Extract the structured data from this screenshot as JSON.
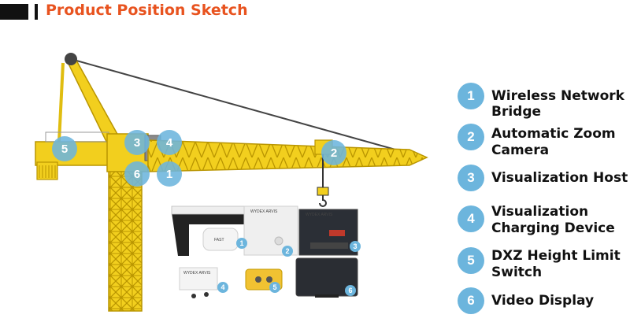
{
  "title": "Product Position Sketch",
  "legend": [
    {
      "num": "1",
      "lines": [
        "Wireless Network",
        "Bridge"
      ]
    },
    {
      "num": "2",
      "lines": [
        "Automatic Zoom",
        "Camera"
      ]
    },
    {
      "num": "3",
      "lines": [
        "Visualization Host"
      ]
    },
    {
      "num": "4",
      "lines": [
        "Visualization",
        "Charging Device"
      ]
    },
    {
      "num": "5",
      "lines": [
        "DXZ Height Limit",
        "Switch"
      ]
    },
    {
      "num": "6",
      "lines": [
        "Video Display"
      ]
    }
  ],
  "crane_markers": [
    "5",
    "3",
    "4",
    "6",
    "1",
    "2"
  ],
  "device_markers": [
    "1",
    "2",
    "3",
    "4",
    "5",
    "6"
  ],
  "device_labels": {
    "bridge": "FAST",
    "camera": "WYDEX   ARVIS",
    "host": "WYDEX   ARVIS",
    "charger": "WYDEX   ARVIS"
  },
  "colors": {
    "crane": "#f2cf1e",
    "crane_outline": "#b99500",
    "accent": "#6cb5dd",
    "title": "#e8531f"
  }
}
